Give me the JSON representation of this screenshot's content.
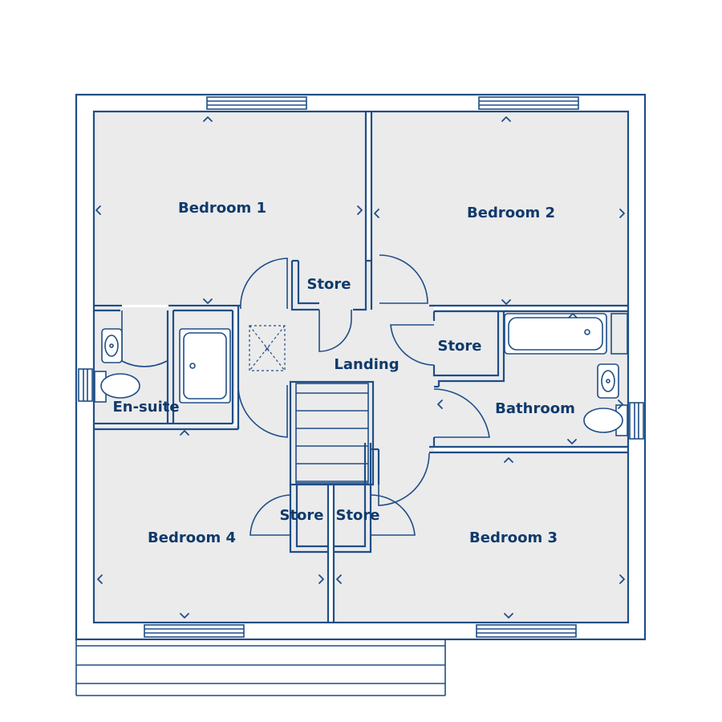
{
  "floorplan": {
    "rooms": [
      {
        "key": "bedroom-1",
        "label": "Bedroom 1"
      },
      {
        "key": "bedroom-2",
        "label": "Bedroom 2"
      },
      {
        "key": "bedroom-3",
        "label": "Bedroom 3"
      },
      {
        "key": "bedroom-4",
        "label": "Bedroom 4"
      },
      {
        "key": "en-suite",
        "label": "En-suite"
      },
      {
        "key": "bathroom",
        "label": "Bathroom"
      },
      {
        "key": "landing",
        "label": "Landing"
      },
      {
        "key": "store-top",
        "label": "Store"
      },
      {
        "key": "store-right",
        "label": "Store"
      },
      {
        "key": "store-bottom-left",
        "label": "Store"
      },
      {
        "key": "store-bottom-right",
        "label": "Store"
      }
    ],
    "colors": {
      "line": "#1f4e86",
      "text": "#0f3a6b",
      "room_fill": "#ebebec",
      "background": "#ffffff"
    }
  }
}
